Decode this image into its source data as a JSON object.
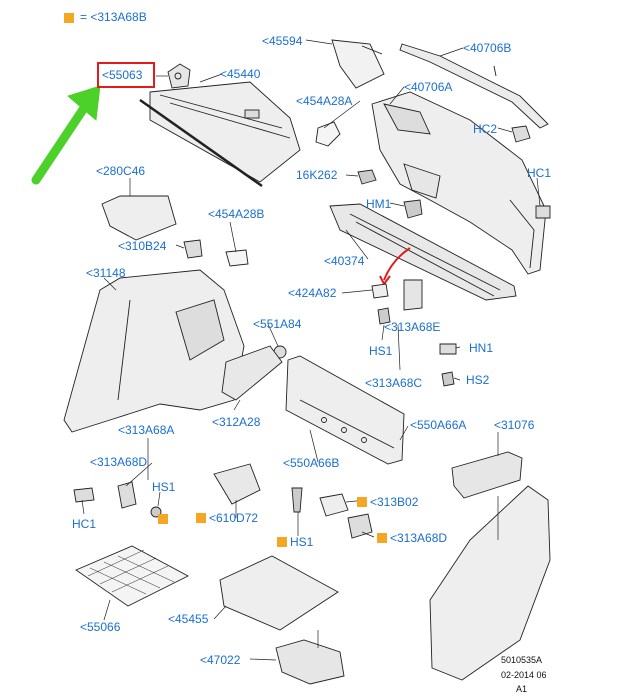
{
  "legend": {
    "marker_color": "#f5a623",
    "text": "= <313A68B"
  },
  "highlight": {
    "color": "#e21b1b",
    "label": "<55063"
  },
  "arrow": {
    "color": "#4cd12a"
  },
  "label_color": "#1a6fd1",
  "labels": {
    "l45594": "<45594",
    "l40706B": "<40706B",
    "l45440": "<45440",
    "l454A28A": "<454A28A",
    "l40706A": "<40706A",
    "lHC2": "HC2",
    "l280C46": "<280C46",
    "l16K262": "16K262",
    "lHC1a": "HC1",
    "lHM1": "HM1",
    "l454A28B": "<454A28B",
    "l310B24": "<310B24",
    "l40374": "<40374",
    "l31148": "<31148",
    "l424A82": "<424A82",
    "l313A68E": "<313A68E",
    "l551A84": "<551A84",
    "lHS1a": "HS1",
    "lHN1": "HN1",
    "l313A68C": "<313A68C",
    "lHS2": "HS2",
    "l312A28": "<312A28",
    "l550A66A": "<550A66A",
    "l31076": "<31076",
    "l313A68A": "<313A68A",
    "l313A68D": "<313A68D",
    "lHS1b": "HS1",
    "l550A66B": "<550A66B",
    "l313B02": "<313B02",
    "lHC1b": "HC1",
    "l610D72": "<610D72",
    "lHS1c": "HS1",
    "l313A68Dr": "<313A68D",
    "l55066": "<55066",
    "l45455": "<45455",
    "l47022": "<47022"
  },
  "footer": {
    "line1": "5010535A",
    "line2": "02-2014 06",
    "line3": "A1"
  }
}
